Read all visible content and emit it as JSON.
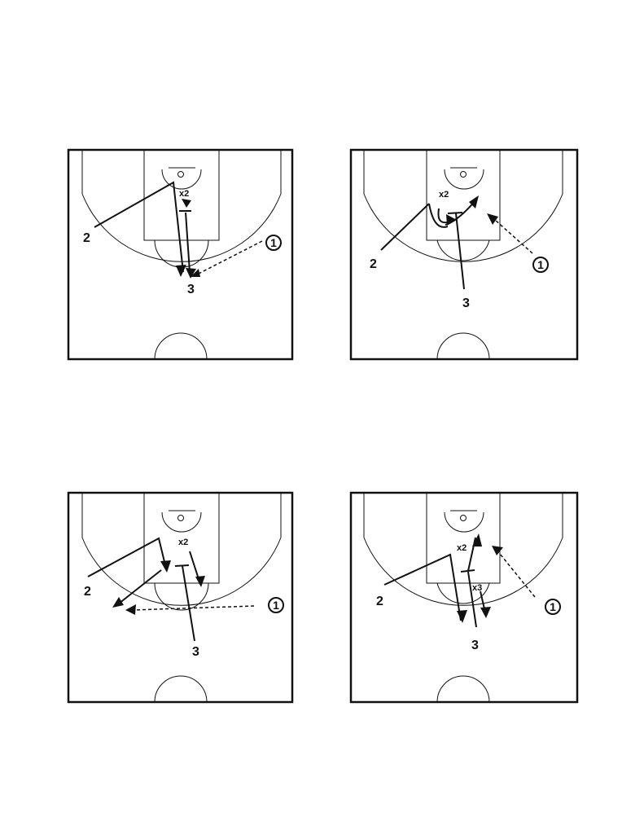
{
  "page": {
    "background": "#ffffff",
    "line_color": "#111111"
  },
  "diagrams": [
    {
      "id": "diagram-1",
      "players": {
        "p1": "1",
        "p2": "2",
        "p3": "3"
      },
      "defenders": {
        "x2": "x2"
      },
      "actions": [
        "2 cuts to the block then out to wing (solid cut line)",
        "x2 drops to screen position",
        "3 dives from the top of the key down the lane (double line = dribble/screen)",
        "1 passes to 3 at top of key (dashed pass line)"
      ]
    },
    {
      "id": "diagram-2",
      "players": {
        "p1": "1",
        "p2": "2",
        "p3": "3"
      },
      "defenders": {
        "x2": "x2"
      },
      "actions": [
        "2 curls around screen into lane",
        "3 sets screen at elbow",
        "1 passes into lane (dashed pass line)"
      ]
    },
    {
      "id": "diagram-3",
      "players": {
        "p1": "1",
        "p2": "2",
        "p3": "3"
      },
      "defenders": {
        "x2": "x2"
      },
      "actions": [
        "2 cuts to lane then pops out to wing",
        "x2 follows",
        "3 sets screen",
        "1 passes across to 2 (dashed pass line)"
      ]
    },
    {
      "id": "diagram-4",
      "players": {
        "p1": "1",
        "p2": "2",
        "p3": "3"
      },
      "defenders": {
        "x2": "x2",
        "x3": "x3"
      },
      "actions": [
        "2 cuts down from elbow to top of key",
        "x2 moves to basket",
        "x3 drops",
        "3 sets screen",
        "1 passes into lane (dashed pass line)"
      ]
    }
  ]
}
